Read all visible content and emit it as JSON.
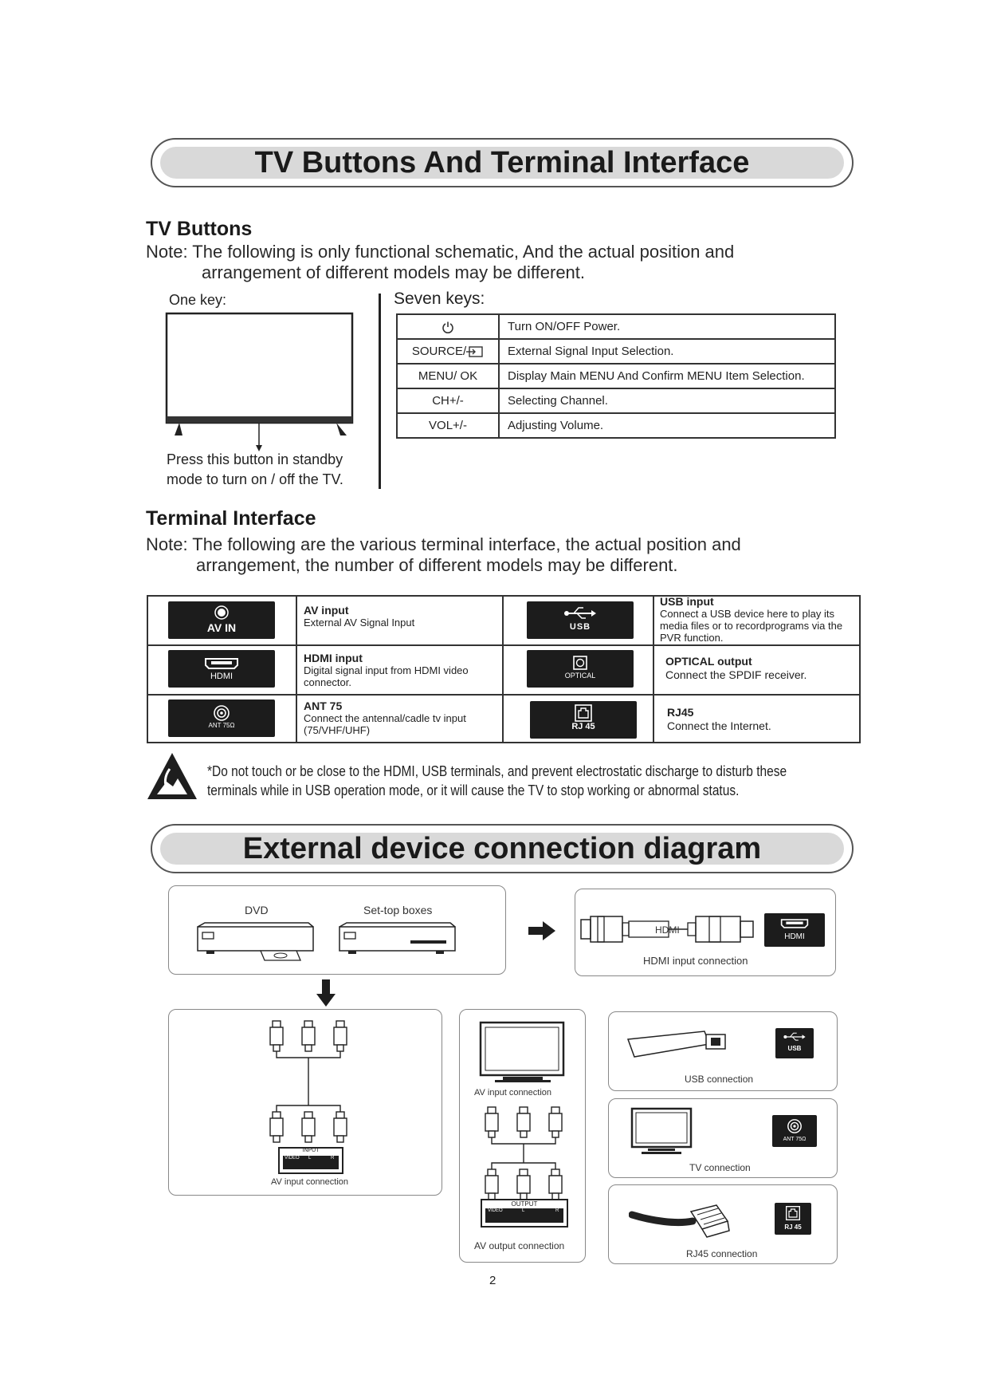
{
  "banner1": "TV Buttons And Terminal Interface",
  "tv_buttons": {
    "heading": "TV Buttons",
    "note_line1": "Note: The following is only functional schematic, And the actual position and",
    "note_line2": "arrangement of different models may be different.",
    "one_key_label": "One key:",
    "one_key_caption_line1": "Press this button in standby",
    "one_key_caption_line2": "mode to turn on / off the TV.",
    "seven_keys_label": "Seven keys:",
    "rows": [
      {
        "key": "",
        "icon": "power-icon",
        "desc": "Turn ON/OFF Power."
      },
      {
        "key": "SOURCE/",
        "icon": "source-icon",
        "desc": "External Signal Input Selection."
      },
      {
        "key": "MENU/ OK",
        "desc": "Display Main MENU And Confirm MENU Item Selection."
      },
      {
        "key": "CH+/-",
        "desc": "Selecting Channel."
      },
      {
        "key": "VOL+/-",
        "desc": "Adjusting Volume."
      }
    ]
  },
  "terminal": {
    "heading": "Terminal Interface",
    "note_line1": "Note: The following are the various terminal interface, the actual position and",
    "note_line2": "arrangement, the number of different models may be different.",
    "items": [
      {
        "badge": "AV IN",
        "icon": "av-in-icon",
        "title": "AV input",
        "desc": "External AV Signal Input"
      },
      {
        "badge": "USB",
        "icon": "usb-icon",
        "title": "USB input",
        "desc": "Connect a USB device here to play its media files or to recordprograms via the PVR function."
      },
      {
        "badge": "HDMI",
        "icon": "hdmi-icon",
        "title": "HDMI input",
        "desc": "Digital signal input from HDMI video connector."
      },
      {
        "badge": "OPTICAL",
        "icon": "optical-icon",
        "title": "OPTICAL output",
        "desc": "Connect the SPDIF receiver."
      },
      {
        "badge": "ANT 75Ω",
        "icon": "antenna-icon",
        "title": "ANT 75",
        "desc": "Connect the antennal/cadle tv input (75/VHF/UHF)"
      },
      {
        "badge": "RJ 45",
        "icon": "rj45-icon",
        "title": "RJ45",
        "desc": "Connect the Internet."
      }
    ]
  },
  "warning_line1": "*Do not touch or be close to the HDMI, USB terminals, and prevent electrostatic discharge to disturb these",
  "warning_line2": "terminals while in USB operation mode, or it will cause the TV to stop working or abnormal status.",
  "banner2": "External device connection diagram",
  "diagram": {
    "dvd": "DVD",
    "settop": "Set-top boxes",
    "hdmi_label": "HDMI",
    "hdmi_badge": "HDMI",
    "hdmi_caption": "HDMI input connection",
    "av_in_caption": "AV input connection",
    "input_label": "INPUT",
    "video_label": "VIDEO",
    "l_label": "L",
    "r_label": "R",
    "av_input_caption_mid": "AV input connection",
    "output_label": "OUTPUT",
    "av_output_caption": "AV output connection",
    "usb_badge": "USB",
    "usb_caption": "USB connection",
    "ant_badge": "ANT 75Ω",
    "tv_caption": "TV connection",
    "rj45_badge": "RJ 45",
    "rj45_caption": "RJ45 connection"
  },
  "page_number": "2"
}
